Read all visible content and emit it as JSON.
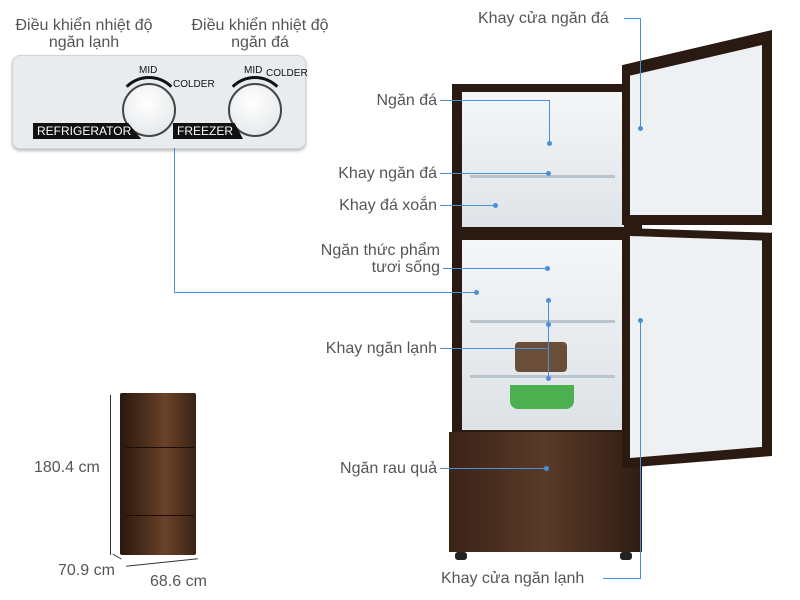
{
  "control_labels": {
    "fridge": [
      "Điều khiển nhiệt độ",
      "ngăn lạnh"
    ],
    "freezer": [
      "Điều khiển nhiệt độ",
      "ngăn đá"
    ]
  },
  "panel": {
    "fridge_mid": "MID",
    "fridge_colder": "COLDER",
    "fridge_tag": "REFRIGERATOR",
    "freezer_mid": "MID",
    "freezer_colder": "COLDER",
    "freezer_tag": "FREEZER"
  },
  "callouts": {
    "freezer_door_tray": "Khay cửa ngăn đá",
    "freezer": "Ngăn đá",
    "freezer_tray": "Khay ngăn đá",
    "twist_ice_tray": "Khay đá xoắn",
    "fresh_food": [
      "Ngăn thức phẩm",
      "tươi sống"
    ],
    "fridge_shelf": "Khay ngăn lạnh",
    "vegetable_drawer": "Ngăn rau quả",
    "fridge_door_tray": "Khay cửa ngăn lạnh"
  },
  "dimensions": {
    "height": "180.4 cm",
    "depth": "70.9 cm",
    "width": "68.6 cm"
  },
  "colors": {
    "callout_line": "#4a90d9",
    "fridge_body": "#3a2418"
  }
}
